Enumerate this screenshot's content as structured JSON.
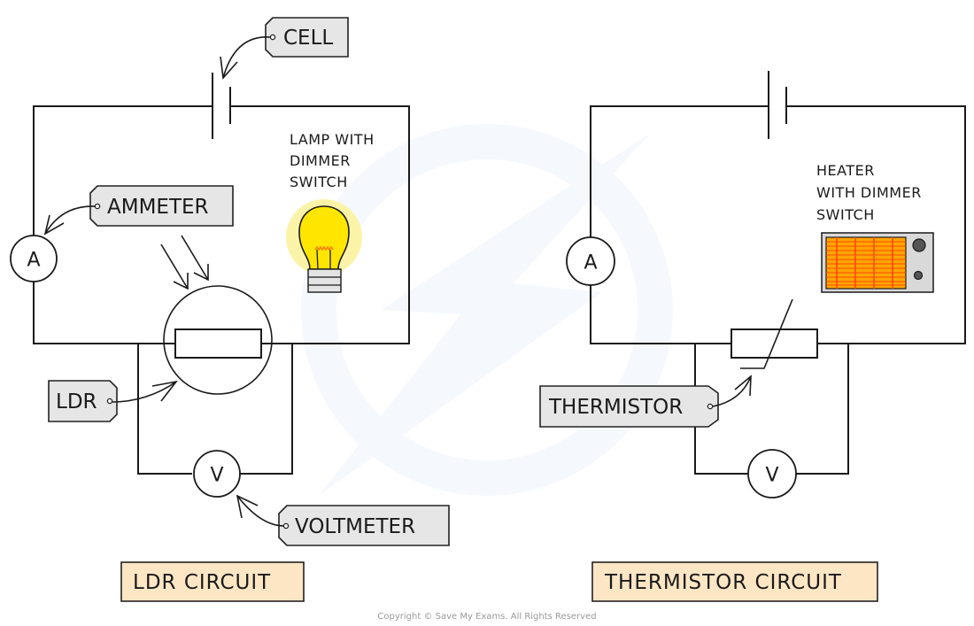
{
  "diagram": {
    "title": "LDR and thermistor circuits",
    "colors": {
      "tag_fill": "#e6e6e6",
      "caption_fill": "#fde6c4",
      "lamp_yellow": "#ffe600",
      "lamp_glow": "#fbf4a8",
      "heater_orange": "#ffa500",
      "heater_lines": "#ff4a00",
      "heater_casing": "#d9d9d9",
      "watermark": "#eef5fc"
    },
    "ldr_circuit": {
      "caption": "LDR CIRCUIT",
      "labels": {
        "cell": "CELL",
        "ammeter": "AMMETER",
        "ldr": "LDR",
        "voltmeter": "VOLTMETER"
      },
      "lamp_note": [
        "LAMP WITH",
        "DIMMER",
        "SWITCH"
      ],
      "ammeter_symbol": "A",
      "voltmeter_symbol": "V"
    },
    "thermistor_circuit": {
      "caption": "THERMISTOR CIRCUIT",
      "labels": {
        "thermistor": "THERMISTOR"
      },
      "heater_note": [
        "HEATER",
        "WITH DIMMER",
        "SWITCH"
      ],
      "ammeter_symbol": "A",
      "voltmeter_symbol": "V"
    },
    "icons": {
      "lamp": "light-bulb-icon",
      "heater": "heater-icon",
      "light_rays": "light-rays-icon",
      "watermark": "lightning-bolt-logo"
    },
    "copyright": "Copyright © Save My Exams. All Rights Reserved"
  }
}
